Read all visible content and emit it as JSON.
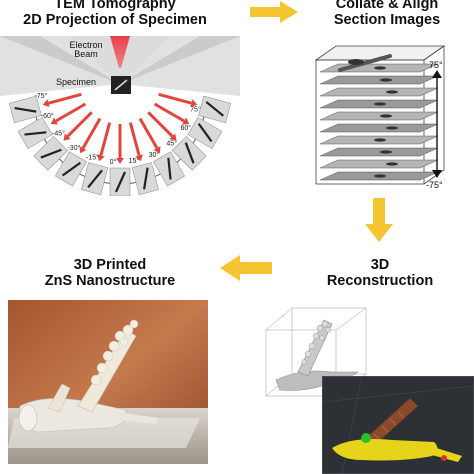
{
  "panels": {
    "tem": {
      "title_line1": "TEM Tomography",
      "title_line2": "2D Projection of Specimen",
      "beam_label_line1": "Electron",
      "beam_label_line2": "Beam",
      "specimen_label": "Specimen",
      "angles": [
        "-75°",
        "-60°",
        "-45°",
        "-30°",
        "-15°",
        "0°",
        "15°",
        "30°",
        "45°",
        "60°",
        "75°"
      ]
    },
    "collate": {
      "title_line1": "Collate & Align",
      "title_line2": "Section Images",
      "top_angle": "75°",
      "bottom_angle": "-75°"
    },
    "reconstruction": {
      "title_line1": "3D",
      "title_line2": "Reconstruction"
    },
    "printed": {
      "title_line1": "3D Printed",
      "title_line2": "ZnS Nanostructure"
    }
  },
  "colors": {
    "arrow": "#f5c431",
    "beam": "#e8404a",
    "red_arrow": "#e2453e",
    "wood": "#8b4a2e",
    "yellow_model": "#e6d41a",
    "green_marker": "#2bbf2b",
    "dark_panel": "#2d3136"
  }
}
